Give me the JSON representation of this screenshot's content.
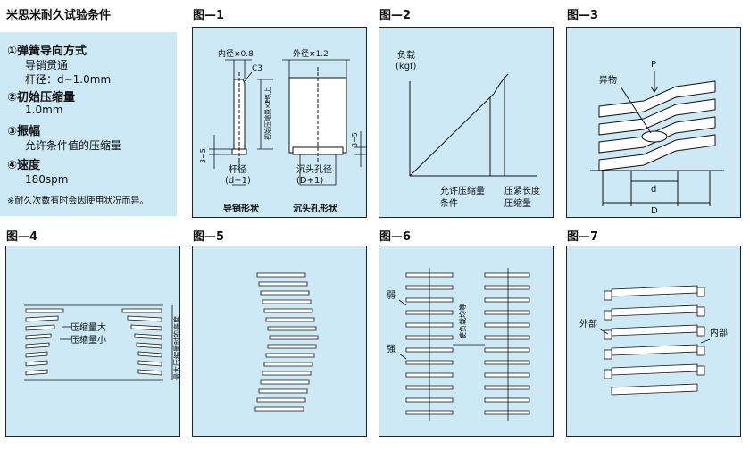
{
  "conditions": {
    "title": "米思米耐久试验条件",
    "item1": "①弹簧导向方式",
    "item1_sub1": "导销贯通",
    "item1_sub2": "杆径：d−1.0mm",
    "item2": "②初始压缩量",
    "item2_sub": "1.0mm",
    "item3": "③振幅",
    "item3_sub": "允许条件值的压缩量",
    "item4": "④速度",
    "item4_sub": "180spm",
    "note": "※耐久次数有时会因使用状况而异。"
  },
  "fig1": {
    "title": "图—1",
    "inner_dia": "内径×0.8",
    "outer_dia": "外径×1.2",
    "chamfer": "C3",
    "one": "1",
    "length_note": "初始压缩量×2以上",
    "dim_left": "3~5",
    "dim_right": "3~5",
    "rod_dia": "杆径",
    "rod_dia_value": "(d−1)",
    "hole_dia": "沉头孔径",
    "hole_dia_value": "(D+1)",
    "caption_left": "导销形状",
    "caption_right": "沉头孔形状"
  },
  "fig2": {
    "title": "图—2",
    "ylabel": "负载",
    "yunit": "(kgf)",
    "label_allow_1": "允许压缩量",
    "label_allow_2": "条件",
    "label_tight_1": "压紧长度",
    "label_tight_2": "压缩量"
  },
  "fig3": {
    "title": "图—3",
    "foreign": "异物",
    "p": "P",
    "d": "d",
    "D": "D"
  },
  "fig4": {
    "title": "图—4",
    "large": "压缩量大",
    "small": "压缩量小",
    "vertical": "最大压缩量时的高度"
  },
  "fig5": {
    "title": "图—5"
  },
  "fig6": {
    "title": "图—6",
    "weak": "弱",
    "strong": "强",
    "even": "使负载均等"
  },
  "fig7": {
    "title": "图—7",
    "outer": "外部",
    "inner": "内部"
  }
}
